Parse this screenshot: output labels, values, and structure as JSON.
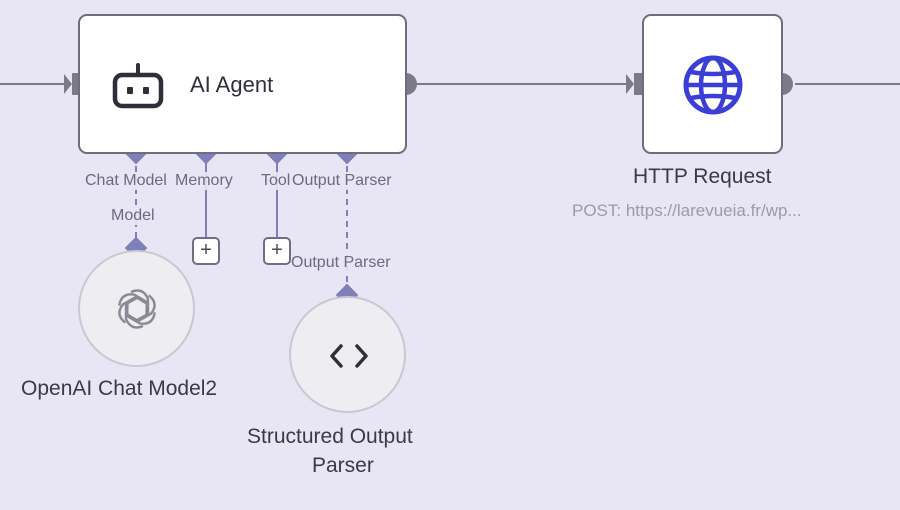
{
  "nodes": {
    "ai_agent": {
      "title": "AI Agent"
    },
    "http_request": {
      "title": "HTTP Request",
      "subtitle": "POST: https://larevueia.fr/wp..."
    },
    "openai_chat": {
      "title": "OpenAI Chat Model2"
    },
    "structured_parser": {
      "title_line1": "Structured Output",
      "title_line2": "Parser"
    }
  },
  "ports": {
    "chat_model": "Chat Model",
    "memory": "Memory",
    "tool": "Tool",
    "output_parser": "Output Parser"
  },
  "edges": {
    "model_label": "Model",
    "output_parser_label": "Output Parser"
  },
  "buttons": {
    "add_symbol": "+"
  },
  "colors": {
    "background": "#e8e6f5",
    "connector": "#6f6e86",
    "port_diamond": "#7f80b8",
    "globe_icon": "#3b3fd6"
  },
  "icons": {
    "agent": "robot-icon",
    "http": "globe-icon",
    "openai": "openai-logo-icon",
    "parser": "code-brackets-icon"
  }
}
